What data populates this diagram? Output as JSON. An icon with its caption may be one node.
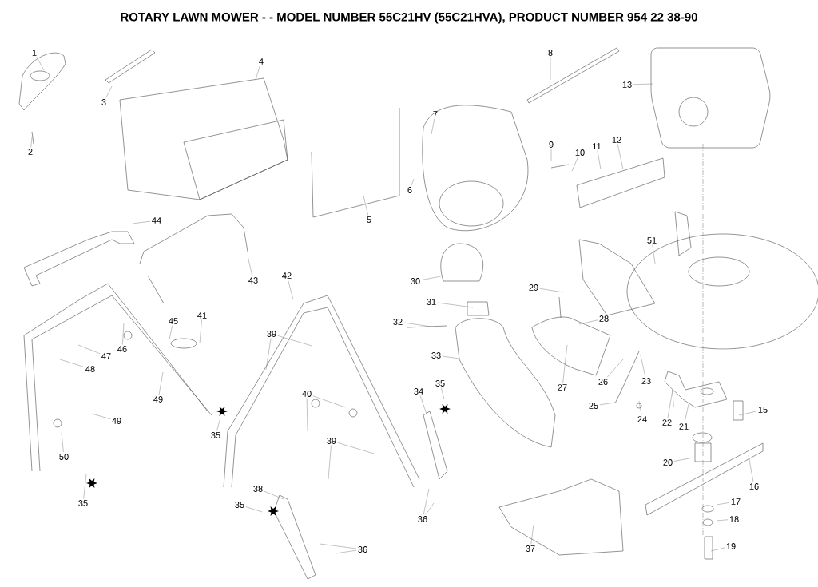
{
  "diagram": {
    "title": "ROTARY LAWN MOWER - - MODEL NUMBER 55C21HV (55C21HVA), PRODUCT NUMBER 954 22 38-90",
    "nodes": [
      {
        "text": [
          "1"
        ]
      },
      {
        "text": [
          "8"
        ]
      },
      {
        "text": [
          "4"
        ]
      },
      {
        "text": [
          "13"
        ]
      },
      {
        "text": [
          "3"
        ]
      },
      {
        "text": [
          "7"
        ]
      },
      {
        "text": [
          "12"
        ]
      },
      {
        "text": [
          "9"
        ]
      },
      {
        "text": [
          "11"
        ]
      },
      {
        "text": [
          "2"
        ]
      },
      {
        "text": [
          "10"
        ]
      },
      {
        "text": [
          "6"
        ]
      },
      {
        "text": [
          "5"
        ]
      },
      {
        "text": [
          "44"
        ]
      },
      {
        "text": [
          "51"
        ]
      },
      {
        "text": [
          "42"
        ]
      },
      {
        "text": [
          "43"
        ]
      },
      {
        "text": [
          "30"
        ]
      },
      {
        "text": [
          "29"
        ]
      },
      {
        "text": [
          "31"
        ]
      },
      {
        "text": [
          "41"
        ]
      },
      {
        "text": [
          "28"
        ]
      },
      {
        "text": [
          "45"
        ]
      },
      {
        "text": [
          "32"
        ]
      },
      {
        "text": [
          "39"
        ]
      },
      {
        "text": [
          "46"
        ]
      },
      {
        "text": [
          "33"
        ]
      },
      {
        "text": [
          "47"
        ]
      },
      {
        "text": [
          "48"
        ]
      },
      {
        "text": [
          "23"
        ]
      },
      {
        "text": [
          "35"
        ]
      },
      {
        "text": [
          "27"
        ]
      },
      {
        "text": [
          "26"
        ]
      },
      {
        "text": [
          "34"
        ]
      },
      {
        "text": [
          "40"
        ]
      },
      {
        "text": [
          "49"
        ]
      },
      {
        "text": [
          "25"
        ]
      },
      {
        "text": [
          "15"
        ]
      },
      {
        "text": [
          "24"
        ]
      },
      {
        "text": [
          "49"
        ]
      },
      {
        "text": [
          "22"
        ]
      },
      {
        "text": [
          "21"
        ]
      },
      {
        "text": [
          "35"
        ]
      },
      {
        "text": [
          "39"
        ]
      },
      {
        "text": [
          "50"
        ]
      },
      {
        "text": [
          "20"
        ]
      },
      {
        "text": [
          "16"
        ]
      },
      {
        "text": [
          "38"
        ]
      },
      {
        "text": [
          "17"
        ]
      },
      {
        "text": [
          "35"
        ]
      },
      {
        "text": [
          "35"
        ]
      },
      {
        "text": [
          "36"
        ]
      },
      {
        "text": [
          "18"
        ]
      },
      {
        "text": [
          "19"
        ]
      },
      {
        "text": [
          "37"
        ]
      },
      {
        "text": [
          "36"
        ]
      }
    ],
    "edges": [
      {
        "from": 0,
        "to": null,
        "arrow": "none"
      },
      {
        "from": 1,
        "to": null,
        "arrow": "none"
      },
      {
        "from": 2,
        "to": null,
        "arrow": "none"
      },
      {
        "from": 3,
        "to": null,
        "arrow": "none"
      },
      {
        "from": 4,
        "to": null,
        "arrow": "none"
      },
      {
        "from": 5,
        "to": null,
        "arrow": "none"
      },
      {
        "from": 6,
        "to": null,
        "arrow": "none"
      },
      {
        "from": 7,
        "to": null,
        "arrow": "none"
      },
      {
        "from": 8,
        "to": null,
        "arrow": "none"
      },
      {
        "from": 9,
        "to": null,
        "arrow": "none"
      },
      {
        "from": 10,
        "to": null,
        "arrow": "none"
      },
      {
        "from": 11,
        "to": null,
        "arrow": "none"
      },
      {
        "from": 12,
        "to": null,
        "arrow": "none"
      },
      {
        "from": 13,
        "to": null,
        "arrow": "none"
      },
      {
        "from": 14,
        "to": null,
        "arrow": "none"
      },
      {
        "from": 15,
        "to": null,
        "arrow": "none"
      },
      {
        "from": 16,
        "to": null,
        "arrow": "none"
      },
      {
        "from": 17,
        "to": null,
        "arrow": "none"
      },
      {
        "from": 18,
        "to": null,
        "arrow": "none"
      },
      {
        "from": 19,
        "to": null,
        "arrow": "none"
      },
      {
        "from": 20,
        "to": null,
        "arrow": "none"
      },
      {
        "from": 21,
        "to": null,
        "arrow": "none"
      },
      {
        "from": 22,
        "to": null,
        "arrow": "none"
      },
      {
        "from": 23,
        "to": null,
        "arrow": "none"
      },
      {
        "from": 24,
        "to": null,
        "arrow": "none"
      },
      {
        "from": 24,
        "to": null,
        "arrow": "none"
      },
      {
        "from": 25,
        "to": null,
        "arrow": "none"
      },
      {
        "from": 26,
        "to": null,
        "arrow": "none"
      },
      {
        "from": 27,
        "to": null,
        "arrow": "none"
      },
      {
        "from": 28,
        "to": null,
        "arrow": "none"
      },
      {
        "from": 29,
        "to": null,
        "arrow": "none"
      },
      {
        "from": 30,
        "to": null,
        "arrow": "none"
      },
      {
        "from": 31,
        "to": null,
        "arrow": "none"
      },
      {
        "from": 32,
        "to": null,
        "arrow": "none"
      },
      {
        "from": 33,
        "to": null,
        "arrow": "none"
      },
      {
        "from": 34,
        "to": null,
        "arrow": "none"
      },
      {
        "from": 34,
        "to": null,
        "arrow": "none"
      },
      {
        "from": 35,
        "to": null,
        "arrow": "none"
      },
      {
        "from": 36,
        "to": null,
        "arrow": "none"
      },
      {
        "from": 37,
        "to": null,
        "arrow": "none"
      },
      {
        "from": 38,
        "to": null,
        "arrow": "none"
      },
      {
        "from": 39,
        "to": null,
        "arrow": "none"
      },
      {
        "from": 40,
        "to": null,
        "arrow": "none"
      },
      {
        "from": 41,
        "to": null,
        "arrow": "none"
      },
      {
        "from": 42,
        "to": null,
        "arrow": "none"
      },
      {
        "from": 43,
        "to": null,
        "arrow": "none"
      },
      {
        "from": 43,
        "to": null,
        "arrow": "none"
      },
      {
        "from": 44,
        "to": null,
        "arrow": "none"
      },
      {
        "from": 45,
        "to": null,
        "arrow": "none"
      },
      {
        "from": 46,
        "to": null,
        "arrow": "none"
      },
      {
        "from": 47,
        "to": null,
        "arrow": "none"
      },
      {
        "from": 48,
        "to": null,
        "arrow": "none"
      },
      {
        "from": 49,
        "to": null,
        "arrow": "none"
      },
      {
        "from": 50,
        "to": null,
        "arrow": "none"
      },
      {
        "from": 51,
        "to": null,
        "arrow": "none"
      },
      {
        "from": 51,
        "to": null,
        "arrow": "none"
      },
      {
        "from": 52,
        "to": null,
        "arrow": "none"
      },
      {
        "from": 53,
        "to": null,
        "arrow": "none"
      },
      {
        "from": 54,
        "to": null,
        "arrow": "none"
      },
      {
        "from": 55,
        "to": null,
        "arrow": "none"
      },
      {
        "from": 55,
        "to": null,
        "arrow": "none"
      }
    ]
  }
}
